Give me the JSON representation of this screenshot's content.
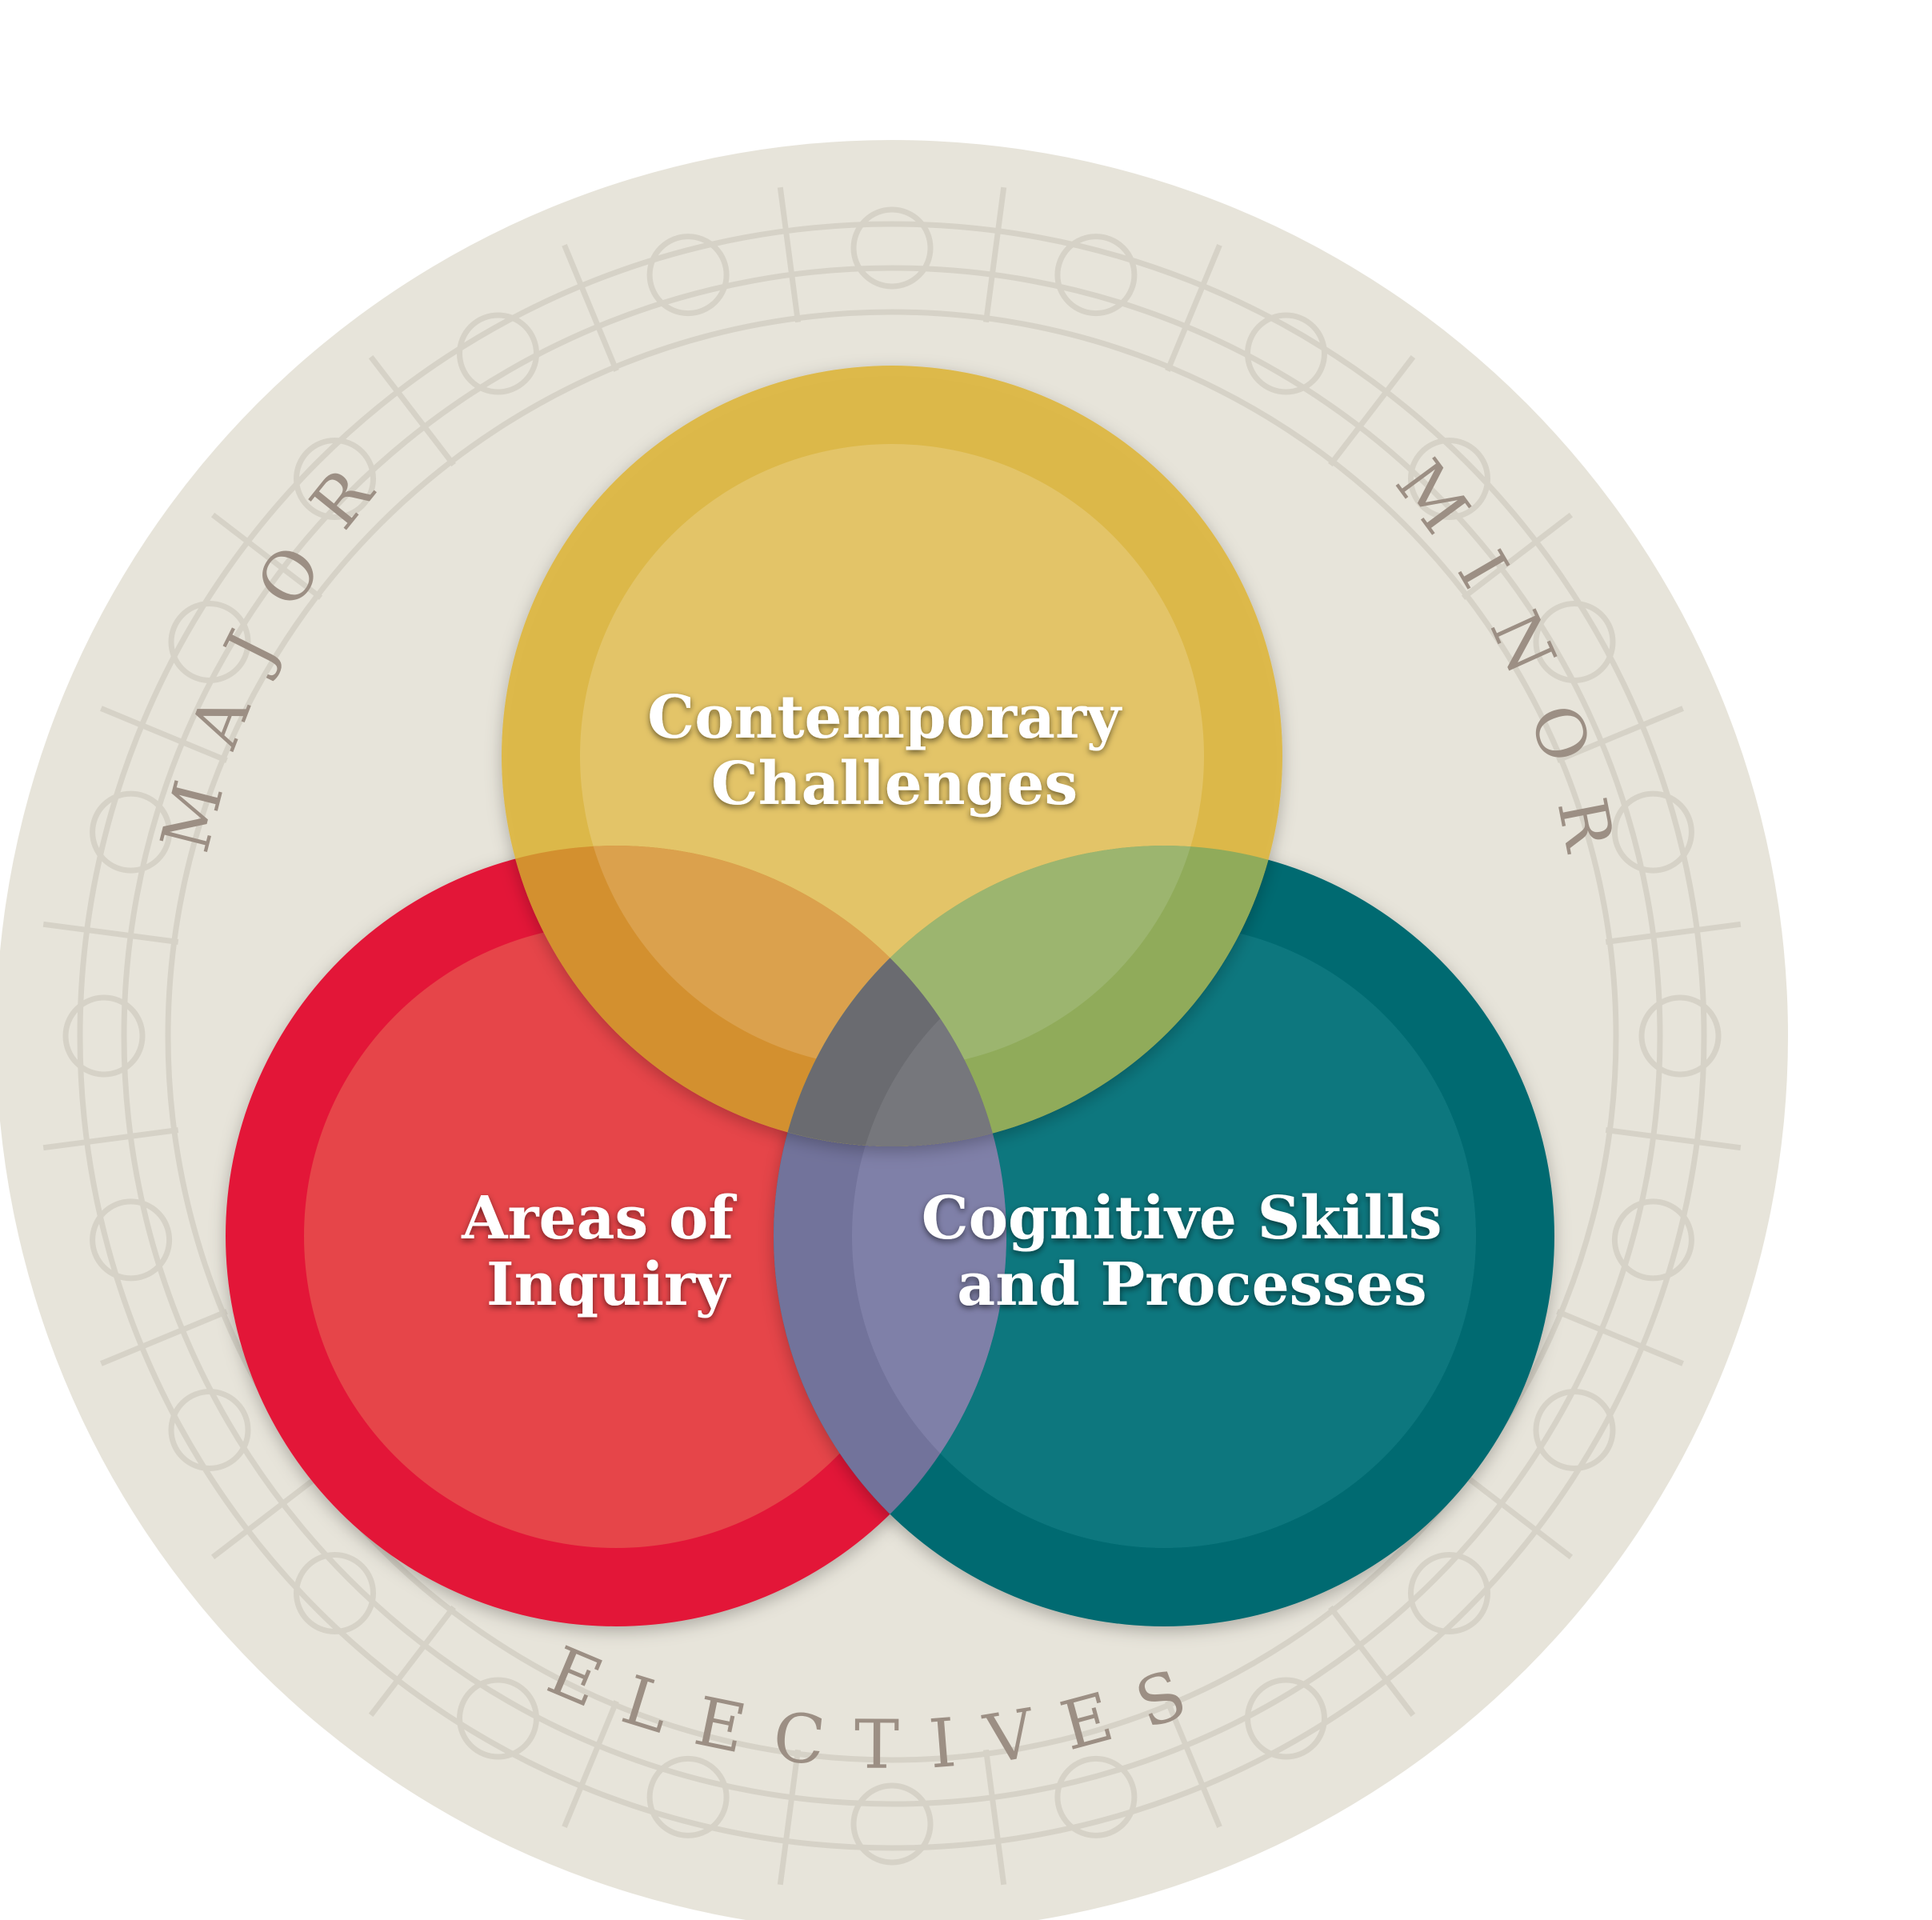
{
  "colors": {
    "background": "#ffffff",
    "outer_disc": "#e7e4da",
    "outer_ornament": "#d6d2c7",
    "outer_text": "#9c8f84",
    "yellow_ring": "#ddb845",
    "yellow_inner": "#e3c468",
    "red_ring": "#e31937",
    "red_inner": "#e64549",
    "teal_ring": "#006a71",
    "teal_inner": "#0b777e",
    "center_overlap": "#6a6b70",
    "label_text": "#ffffff"
  },
  "outer_ring": {
    "major_label": "MAJOR",
    "minor_label": "MINOR",
    "electives_label": "ELECTIVES"
  },
  "circles": {
    "top": {
      "line1": "Contemporary",
      "line2": "Challenges"
    },
    "left": {
      "line1": "Areas of",
      "line2": "Inquiry"
    },
    "right": {
      "line1": "Cognitive Skills",
      "line2": "and Processes"
    }
  }
}
